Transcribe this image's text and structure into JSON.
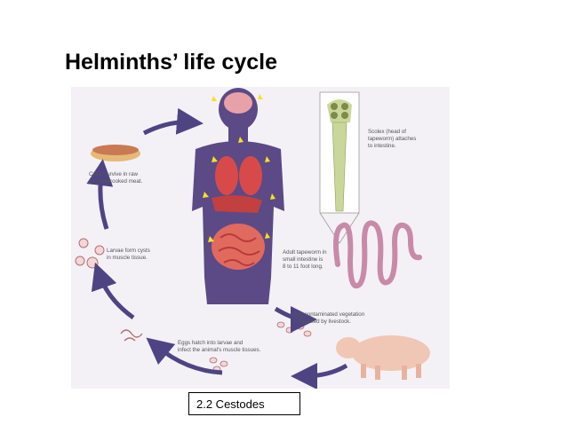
{
  "slide": {
    "title": "Helminths’ life cycle",
    "caption": "2.2 Cestodes"
  },
  "diagram": {
    "labels": {
      "cysts_line1": "Cysts survive in raw",
      "cysts_line2": "or undercooked meat.",
      "larvae_line1": "Larvae form cysts",
      "larvae_line2": "in muscle tissue.",
      "hatch_line1": "Eggs hatch into larvae and",
      "hatch_line2": "infect the animal's muscle tissues.",
      "egg_line1": "Egg contaminated vegetation",
      "egg_line2": "is ingested by livestock.",
      "adult_line1": "Adult tapeworm in",
      "adult_line2": "small intestine is",
      "adult_line3": "8 to 11 foot long.",
      "scolex_line1": "Scolex (head of",
      "scolex_line2": "tapeworm) attaches",
      "scolex_line3": "to intestine."
    },
    "colors": {
      "body": "#5b4a86",
      "arrow": "#4e4484",
      "organ": "#d84a4a",
      "tapeworm": "#c88aa8",
      "pig": "#f0c7b4",
      "spark": "#f7e024",
      "background": "#f3f1f6"
    }
  }
}
